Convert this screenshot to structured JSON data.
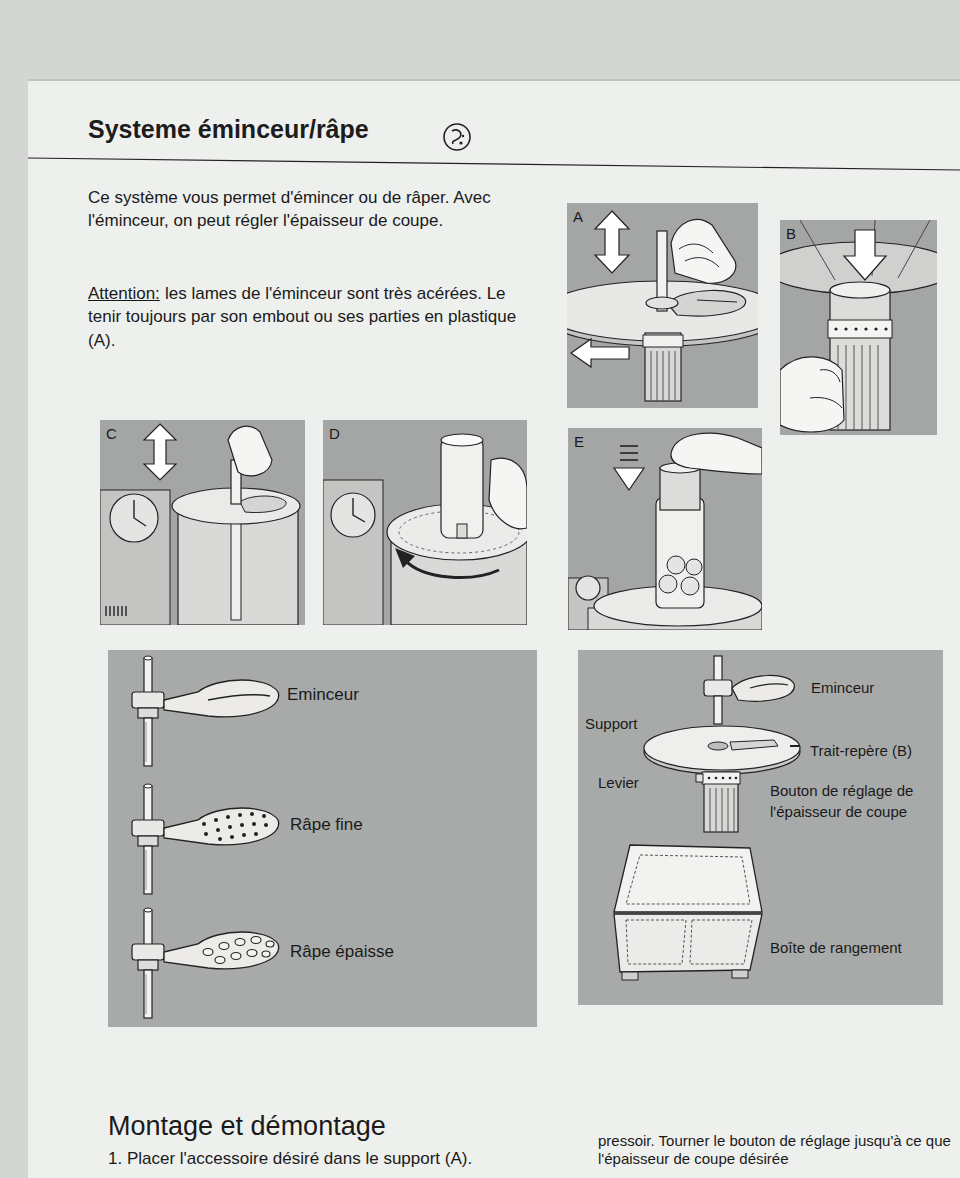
{
  "diagram": {
    "title": "Systeme éminceur/râpe",
    "nodes": [
      {
        "text": [
          "A"
        ]
      },
      {
        "text": [
          "B"
        ]
      },
      {
        "text": [
          "C"
        ]
      },
      {
        "text": [
          "D"
        ]
      },
      {
        "text": [
          "E"
        ]
      },
      {
        "text": [
          "Eminceur",
          "Râpe fine",
          "Râpe épaisse"
        ]
      },
      {
        "text": [
          "Eminceur",
          "Support",
          "Trait-repère (B)",
          "Levier",
          "Bouton de réglage de l'épaisseur de coupe",
          "Boîte de rangement"
        ]
      }
    ],
    "labels": [
      "Ce système vous permet d'émincer ou de râper. Avec l'éminceur, on peut régler l'épaisseur de coupe.",
      "Attention:",
      "les lames de l'éminceur sont très acérées. Le tenir toujours par son embout ou ses parties en plastique (A).",
      "Montage et démontage",
      "1. Placer l'accessoire désiré dans le support (A).",
      "pressoir. Tourner le bouton de réglage jusqu'à ce que l'épaisseur de coupe désirée"
    ]
  }
}
